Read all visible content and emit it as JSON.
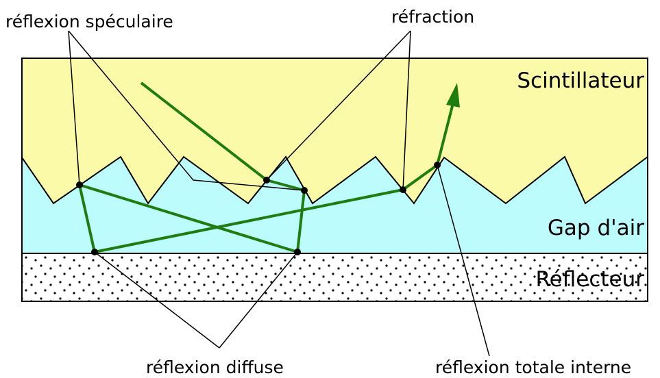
{
  "diagram": {
    "layers": {
      "scintillator": "Scintillateur",
      "air_gap": "Gap d'air",
      "reflector": "Réflecteur"
    },
    "callouts": {
      "specular": "réflexion spéculaire",
      "refraction": "réfraction",
      "diffuse": "réflexion diffuse",
      "total_internal": "réflexion totale interne"
    },
    "colors": {
      "scintillator": "#fbfaa8",
      "air_gap": "#bdfcfd",
      "reflector": "#ffffff",
      "ray": "#1e7d0e",
      "outline": "#000000"
    }
  }
}
